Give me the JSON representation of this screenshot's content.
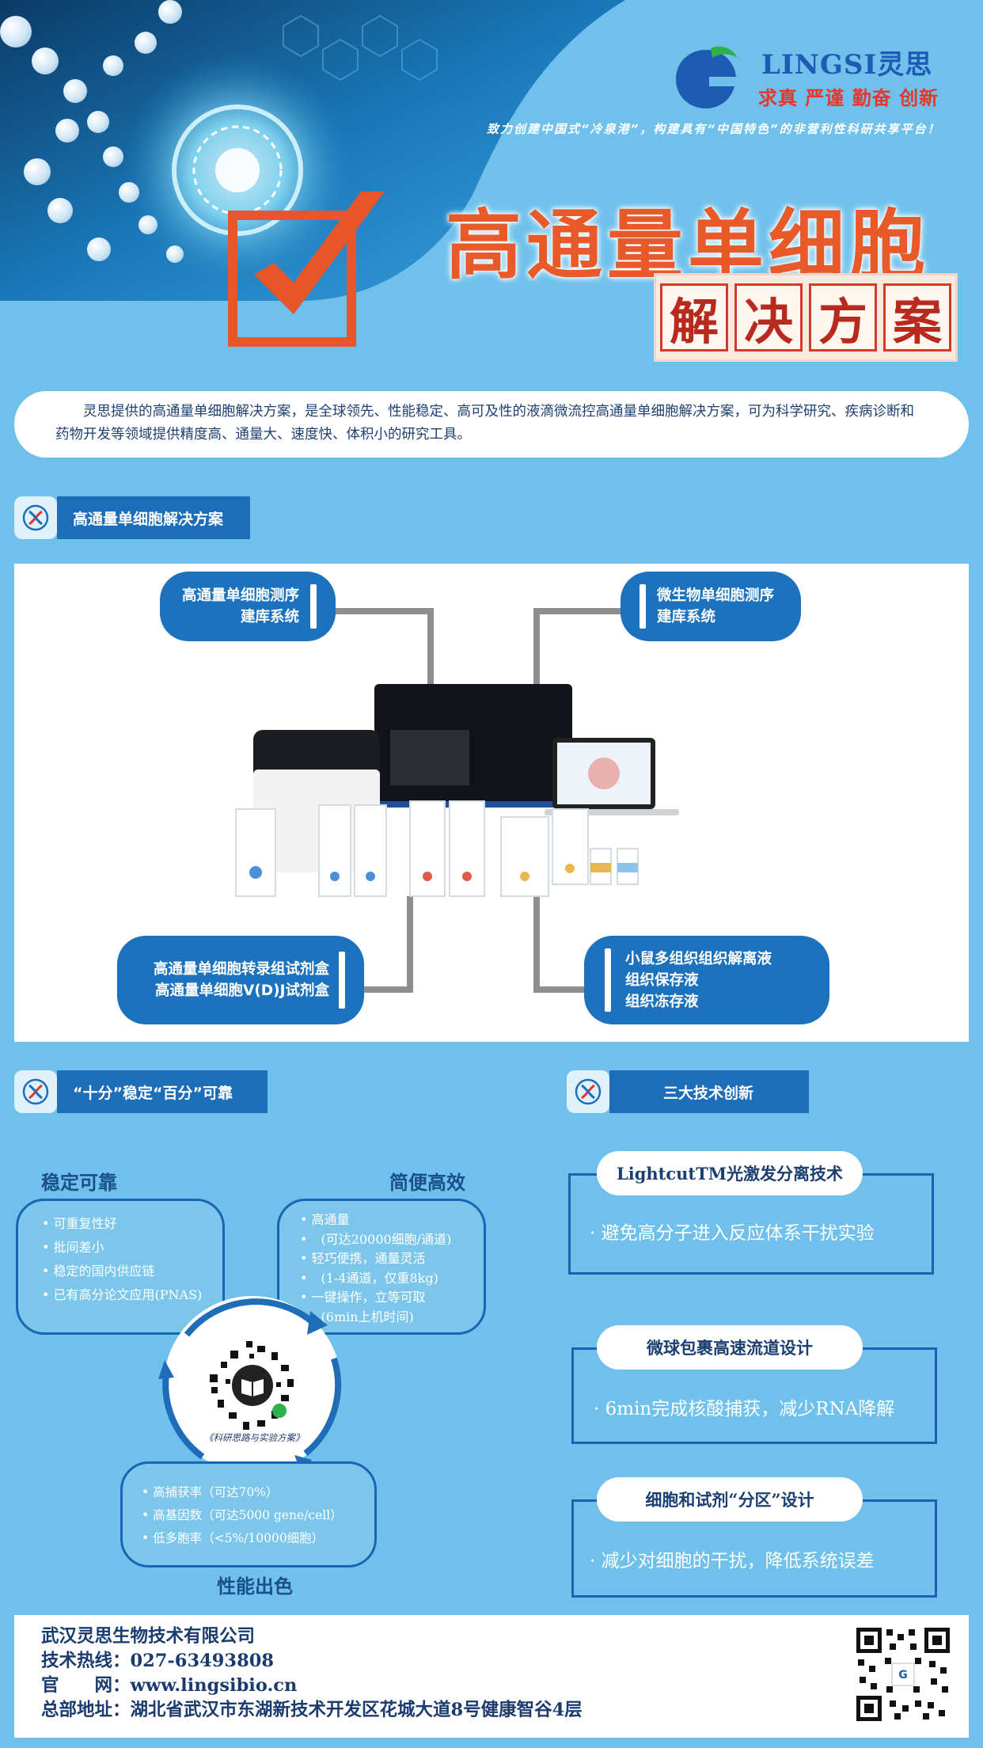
{
  "brand": {
    "name": "LINGSI灵思",
    "motto": "求真 严谨 勤奋 创新",
    "tagline": "致力创建中国式“冷泉港”，构建具有“中国特色”的非营利性科研共享平台！",
    "accent_blue": "#1d6db8",
    "accent_red": "#e5372b"
  },
  "hero": {
    "title": "高通量单细胞",
    "subtitle_chars": [
      "解",
      "决",
      "方",
      "案"
    ]
  },
  "intro": {
    "text": "灵思提供的高通量单细胞解决方案，是全球领先、性能稳定、高可及性的液滴微流控高通量单细胞解决方案，可为科学研究、疾病诊断和药物开发等领域提供精度高、通量大、速度快、体积小的研究工具。"
  },
  "section_solution": {
    "label": "高通量单细胞解决方案",
    "callouts": {
      "top_left": [
        "高通量单细胞测序",
        "建库系统"
      ],
      "top_right": [
        "微生物单细胞测序",
        "建库系统"
      ],
      "bottom_left": [
        "高通量单细胞转录组试剂盒",
        "高通量单细胞V(D)J试剂盒"
      ],
      "bottom_right": [
        "小鼠多组织组织解离液",
        "组织保存液",
        "组织冻存液"
      ]
    }
  },
  "section_stability": {
    "label": "“十分”稳定“百分”可靠",
    "reliable": {
      "title": "稳定可靠",
      "items": [
        "可重复性好",
        "批间差小",
        "稳定的国内供应链",
        "已有高分论文应用(PNAS)"
      ]
    },
    "simple": {
      "title": "简便高效",
      "items": [
        "高通量",
        "(可达20000细胞/通道)",
        "轻巧便携，通量灵活",
        "(1-4通道，仅重8kg)",
        "一键操作，立等可取",
        "(6min上机时间)"
      ]
    },
    "performance": {
      "title": "性能出色",
      "items": [
        "高捕获率（可达70%）",
        "高基因数（可达5000 gene/cell）",
        "低多胞率（<5%/10000细胞）"
      ]
    },
    "qr_caption": "《科研思路与实验方案》"
  },
  "section_innovation": {
    "label": "三大技术创新",
    "items": [
      {
        "title": "LightcutTM光激发分离技术",
        "desc": "避免高分子进入反应体系干扰实验"
      },
      {
        "title": "微球包裹高速流道设计",
        "desc": "6min完成核酸捕获，减少RNA降解"
      },
      {
        "title": "细胞和试剂“分区”设计",
        "desc": "减少对细胞的干扰，降低系统误差"
      }
    ]
  },
  "footer": {
    "company": "武汉灵思生物技术有限公司",
    "hotline": "技术热线：027-63493808",
    "website": "官　　网：www.lingsibio.cn",
    "address": "总部地址：湖北省武汉市东湖新技术开发区花城大道8号健康智谷4层"
  }
}
